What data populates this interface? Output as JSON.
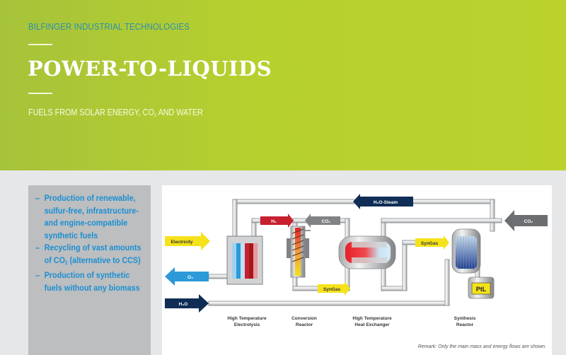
{
  "header": {
    "brand": "BILFINGER INDUSTRIAL TECHNOLOGIES",
    "title": "POWER-TO-LIQUIDS",
    "subtitle_pre": "FUELS FROM SOLAR ENERGY, CO",
    "subtitle_sub": "2",
    "subtitle_post": " AND WATER",
    "background_color": "#b6d02e",
    "brand_color": "#2d8fb0"
  },
  "sidebar": {
    "background_color": "#bcbec0",
    "text_color": "#1b8fd2",
    "bullet": "–",
    "items": [
      {
        "text_pre": "Production of renewable, sulfur-free, infrastructure- and engine-compatible synthetic fuels",
        "text_sub": "",
        "text_post": ""
      },
      {
        "text_pre": "Recycling of vast amounts of CO",
        "text_sub": "2",
        "text_post": " (alternative to CCS)"
      },
      {
        "text_pre": "Production of synthetic fuels without any biomass",
        "text_sub": "",
        "text_post": ""
      }
    ]
  },
  "diagram": {
    "flows": {
      "electricity": "Electricity",
      "o2": "O₂",
      "h2o": "H₂O",
      "h2": "H₂",
      "co2_mid": "CO₂",
      "co2_in": "CO₂",
      "steam": "H₂O-Steam",
      "syngas_1": "SynGas",
      "syngas_2": "SynGas",
      "product": "PtL"
    },
    "components": [
      {
        "line1": "High Temperature",
        "line2": "Electrolysis"
      },
      {
        "line1": "Conversion",
        "line2": "Reactor"
      },
      {
        "line1": "High Temperature",
        "line2": "Heat Exchanger"
      },
      {
        "line1": "Synthesis",
        "line2": "Reactor"
      }
    ],
    "colors": {
      "electricity": "#f5e21a",
      "o2": "#2c9ad8",
      "h2o": "#0f2d55",
      "h2": "#c8202f",
      "co2": "#808285",
      "syngas": "#f5e21a"
    },
    "remark": "Remark: Only the main mass and energy flows are shown."
  }
}
